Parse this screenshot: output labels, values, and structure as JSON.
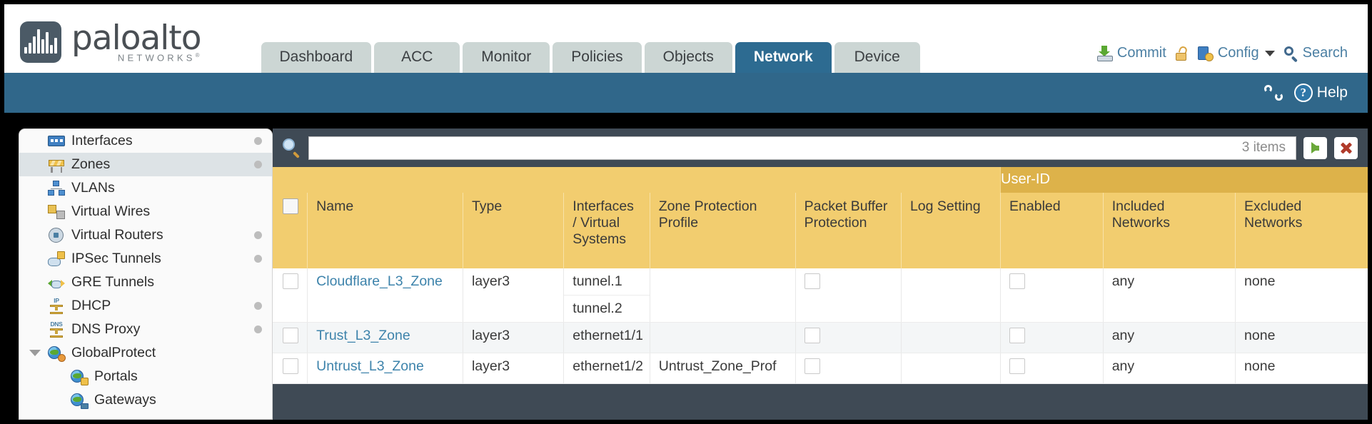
{
  "brand": {
    "name": "paloalto",
    "sub": "NETWORKS",
    "reg": "®"
  },
  "nav": {
    "tabs": [
      {
        "label": "Dashboard",
        "active": false
      },
      {
        "label": "ACC",
        "active": false
      },
      {
        "label": "Monitor",
        "active": false
      },
      {
        "label": "Policies",
        "active": false
      },
      {
        "label": "Objects",
        "active": false
      },
      {
        "label": "Network",
        "active": true
      },
      {
        "label": "Device",
        "active": false
      }
    ]
  },
  "header_actions": {
    "commit": "Commit",
    "config": "Config",
    "search": "Search"
  },
  "band": {
    "help": "Help"
  },
  "sidebar": {
    "items": [
      {
        "label": "Interfaces",
        "icon": "interfaces-icon",
        "selected": false,
        "dot": true,
        "child": false,
        "expander": false
      },
      {
        "label": "Zones",
        "icon": "zones-icon",
        "selected": true,
        "dot": true,
        "child": false,
        "expander": false
      },
      {
        "label": "VLANs",
        "icon": "vlans-icon",
        "selected": false,
        "dot": false,
        "child": false,
        "expander": false
      },
      {
        "label": "Virtual Wires",
        "icon": "virtual-wires-icon",
        "selected": false,
        "dot": false,
        "child": false,
        "expander": false
      },
      {
        "label": "Virtual Routers",
        "icon": "virtual-routers-icon",
        "selected": false,
        "dot": true,
        "child": false,
        "expander": false
      },
      {
        "label": "IPSec Tunnels",
        "icon": "ipsec-tunnels-icon",
        "selected": false,
        "dot": true,
        "child": false,
        "expander": false
      },
      {
        "label": "GRE Tunnels",
        "icon": "gre-tunnels-icon",
        "selected": false,
        "dot": false,
        "child": false,
        "expander": false
      },
      {
        "label": "DHCP",
        "icon": "dhcp-icon",
        "selected": false,
        "dot": true,
        "child": false,
        "expander": false
      },
      {
        "label": "DNS Proxy",
        "icon": "dns-proxy-icon",
        "selected": false,
        "dot": true,
        "child": false,
        "expander": false
      },
      {
        "label": "GlobalProtect",
        "icon": "globalprotect-icon",
        "selected": false,
        "dot": false,
        "child": false,
        "expander": true
      },
      {
        "label": "Portals",
        "icon": "portals-icon",
        "selected": false,
        "dot": false,
        "child": true,
        "expander": false
      },
      {
        "label": "Gateways",
        "icon": "gateways-icon",
        "selected": false,
        "dot": false,
        "child": true,
        "expander": false
      }
    ]
  },
  "search": {
    "value": "",
    "placeholder": "",
    "item_count": "3 items",
    "go_label": "apply-filter",
    "clear_label": "clear-filter"
  },
  "table": {
    "group_header": "User-ID",
    "columns": [
      "Name",
      "Type",
      "Interfaces / Virtual Systems",
      "Zone Protection Profile",
      "Packet Buffer Protection",
      "Log Setting",
      "Enabled",
      "Included Networks",
      "Excluded Networks"
    ],
    "rows": [
      {
        "name": "Cloudflare_L3_Zone",
        "type": "layer3",
        "interfaces": [
          "tunnel.1",
          "tunnel.2"
        ],
        "zone_protection_profile": "",
        "packet_buffer_protection": false,
        "log_setting": "",
        "userid_enabled": false,
        "included_networks": "any",
        "excluded_networks": "none"
      },
      {
        "name": "Trust_L3_Zone",
        "type": "layer3",
        "interfaces": [
          "ethernet1/1"
        ],
        "zone_protection_profile": "",
        "packet_buffer_protection": false,
        "log_setting": "",
        "userid_enabled": false,
        "included_networks": "any",
        "excluded_networks": "none"
      },
      {
        "name": "Untrust_L3_Zone",
        "type": "layer3",
        "interfaces": [
          "ethernet1/2"
        ],
        "zone_protection_profile": "Untrust_Zone_Prof",
        "packet_buffer_protection": false,
        "log_setting": "",
        "userid_enabled": false,
        "included_networks": "any",
        "excluded_networks": "none"
      }
    ]
  },
  "colors": {
    "brand_blue": "#30678a",
    "active_tab": "#2d6b91",
    "table_header": "#f2cd6f",
    "group_header": "#ddb24a",
    "link": "#3d83ab",
    "chrome_dark": "#3f4a55"
  }
}
